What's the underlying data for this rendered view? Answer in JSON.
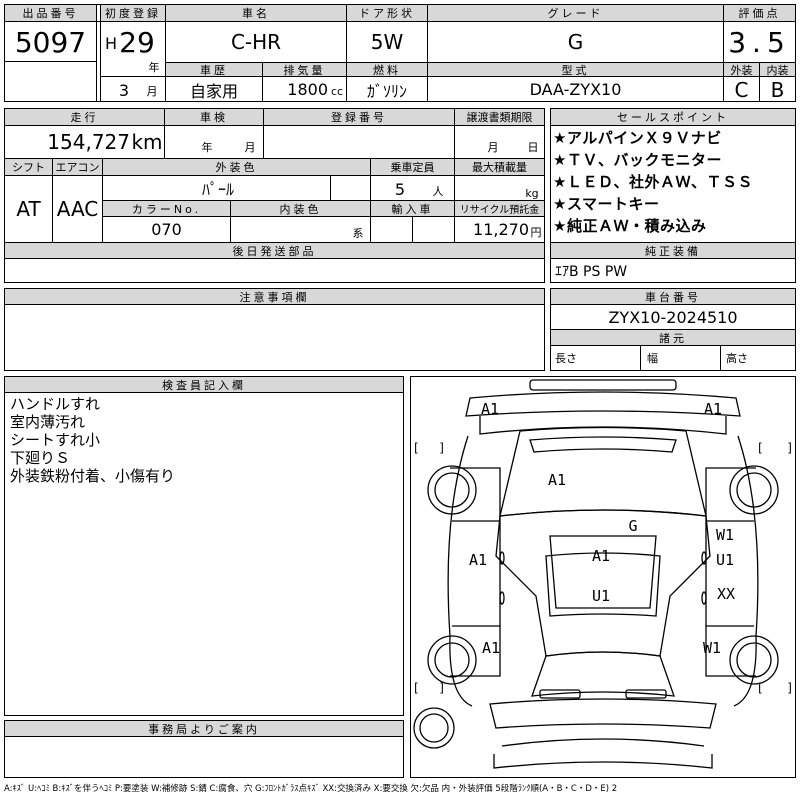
{
  "top": {
    "lot_label": "出品番号",
    "lot_no": "5097",
    "reg_label": "初度登録",
    "era": "H",
    "year": "29",
    "year_unit": "年",
    "month": "3",
    "month_unit": "月",
    "name_label": "車名",
    "name": "C-HR",
    "door_label": "ドア形状",
    "door": "5W",
    "grade_label": "グレード",
    "grade": "G",
    "score_label": "評価点",
    "score": "3.5",
    "history_label": "車歴",
    "history": "自家用",
    "disp_label": "排気量",
    "disp": "1800",
    "disp_unit": "cc",
    "fuel_label": "燃料",
    "fuel": "ｶﾞｿﾘﾝ",
    "model_label": "型式",
    "model": "DAA-ZYX10",
    "ext_label": "外装",
    "ext": "C",
    "int_label": "内装",
    "int": "B"
  },
  "mid": {
    "mileage_label": "走行",
    "mileage": "154,727",
    "mileage_unit": "km",
    "inspection_label": "車検",
    "insp_year_unit": "年",
    "insp_month_unit": "月",
    "plate_label": "登録番号",
    "transfer_label": "譲渡書類期限",
    "transfer_month_unit": "月",
    "transfer_day_unit": "日",
    "shift_label": "シフト",
    "shift": "AT",
    "ac_label": "エアコン",
    "ac": "AAC",
    "color_label": "外装色",
    "color": "ﾊﾟｰﾙ",
    "capacity_label": "乗車定員",
    "capacity": "5",
    "capacity_unit": "人",
    "load_label": "最大積載量",
    "load_unit": "kg",
    "color_no_label": "カラーNo.",
    "color_no": "070",
    "int_color_label": "内装色",
    "int_color_unit": "系",
    "import_label": "輸入車",
    "recycle_label": "リサイクル預託金",
    "recycle": "11,270",
    "recycle_unit": "円",
    "later_parts_label": "後日発送部品"
  },
  "sales": {
    "label": "セールスポイント",
    "points": [
      "★アルパインＸ９Ｖナビ",
      "★ＴＶ、バックモニター",
      "★ＬＥＤ、社外ＡＷ、ＴＳＳ",
      "★スマートキー",
      "★純正ＡＷ・積み込み"
    ]
  },
  "equip": {
    "label": "純正装備",
    "value": "ｴｱB PS PW"
  },
  "notice": {
    "label": "注意事項欄"
  },
  "chassis": {
    "label": "車台番号",
    "value": "ZYX10-2024510"
  },
  "dims": {
    "label": "諸元",
    "length_label": "長さ",
    "width_label": "幅",
    "height_label": "高さ"
  },
  "inspector": {
    "label": "検査員記入欄",
    "notes": [
      "ハンドルすれ",
      "室内薄汚れ",
      "シートすれ小",
      "下廻りＳ",
      "外装鉄粉付着、小傷有り"
    ]
  },
  "office": {
    "label": "事務局よりご案内"
  },
  "diagram": {
    "marks": {
      "front_left": "A1",
      "front_right": "A1",
      "hood": "A1",
      "roof_g": "G",
      "left_front_door": "A1",
      "right_front_fender": "W1",
      "right_front_door": "U1",
      "roof_a": "A1",
      "roof_u": "U1",
      "right_rear_door": "XX",
      "left_rear": "A1",
      "right_rear": "W1"
    },
    "bracket_open": "[",
    "bracket_close": "]"
  },
  "legend": "A:ｷｽﾞ U:ﾍｺﾐ B:ｷｽﾞを伴うﾍｺﾐ P:要塗装 W:補修跡 S:錆 C:腐食、穴 G:ﾌﾛﾝﾄｶﾞﾗｽ点ｷｽﾞ XX:交換済み X:要交換 欠:欠品 内・外装評価 5段階ﾗﾝｸ順(A・B・C・D・E) 2"
}
